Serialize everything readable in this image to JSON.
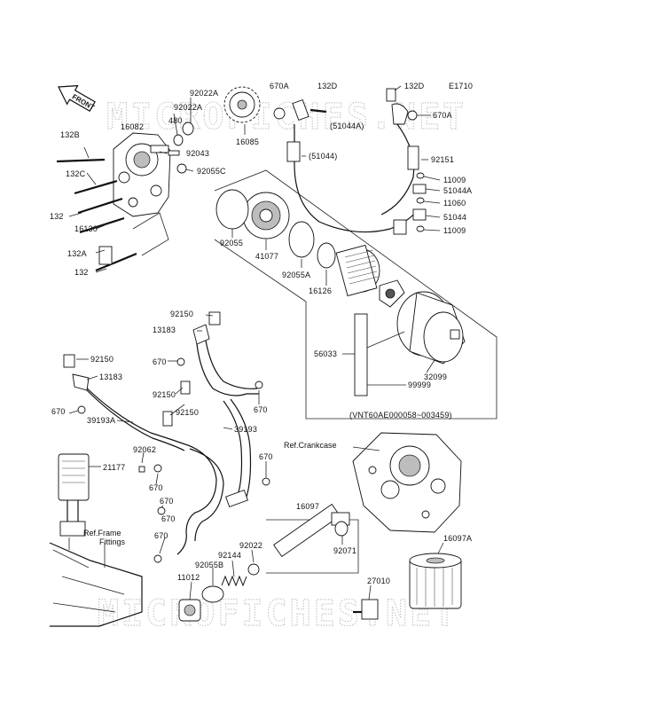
{
  "diagram_code": "E1710",
  "front_label": "FRONT",
  "watermark": "MICROFICHES.NET",
  "notes": {
    "ref_crankcase": "Ref.Crankcase",
    "ref_frame": "Ref.Frame",
    "fittings": "Fittings",
    "serial_range": "(VNT60AE000058~003459)"
  },
  "part_labels": [
    "92022A",
    "92022A",
    "480",
    "16082",
    "132B",
    "92043",
    "92055C",
    "132C",
    "132",
    "16130",
    "132A",
    "132",
    "16085",
    "670A",
    "132D",
    "132D",
    "670A",
    "(51044A)",
    "(51044)",
    "92151",
    "11009",
    "51044A",
    "11060",
    "51044",
    "11009",
    "92055",
    "41077",
    "92055A",
    "16126",
    "56033",
    "32099",
    "99999",
    "92150",
    "13183",
    "670",
    "92150",
    "13183",
    "92150",
    "92150",
    "670",
    "670",
    "39193A",
    "39193",
    "92062",
    "21177",
    "670",
    "670",
    "670",
    "670",
    "670",
    "16097",
    "92071",
    "16097A",
    "92022",
    "92144",
    "92055B",
    "11012",
    "27010"
  ]
}
